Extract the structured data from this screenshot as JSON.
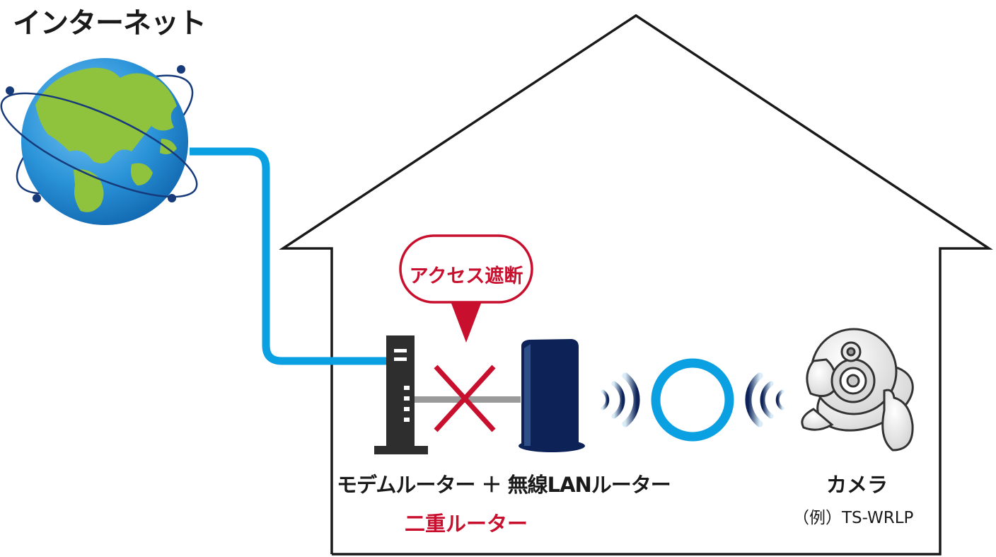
{
  "title": "インターネット",
  "devices_label": "モデムルーター ＋ 無線LANルーター",
  "double_router_label": "二重ルーター",
  "access_blocked_label": "アクセス遮断",
  "camera_label": "カメラ",
  "camera_model": "（例）TS-WRLP",
  "colors": {
    "cable": "#0aa0e2",
    "block": "#c8102e",
    "router": "#0d2358",
    "modem": "#2e2e2e",
    "house": "#1a1a1a",
    "ocean": "#1f8ed6",
    "land": "#8fc23d",
    "orbit": "#163a7a",
    "ok_ring": "#0aa0e2"
  },
  "icons": [
    "globe-icon",
    "modem-icon",
    "wireless-router-icon",
    "blocked-x-icon",
    "wifi-signal-icon",
    "connection-ok-ring-icon",
    "camera-icon"
  ]
}
